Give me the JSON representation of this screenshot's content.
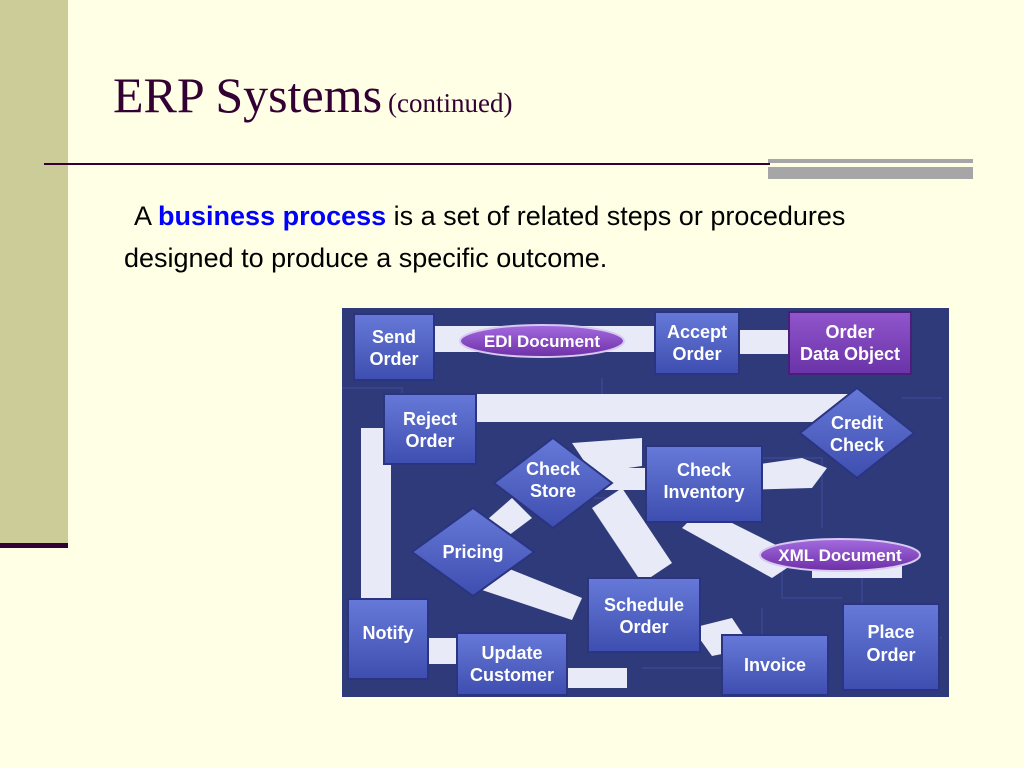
{
  "slide": {
    "title": "ERP Systems",
    "title_suffix": "(continued)",
    "text_before": "A",
    "highlight": "business process",
    "text_after": " is a set of related steps or procedures designed to produce a specific outcome."
  },
  "colors": {
    "background": "#FFFFE5",
    "left_bar": "#CCCC99",
    "title": "#330033",
    "highlight": "#0000FF",
    "diagram_background": "#2E3A7A",
    "node_blue": "#4A5CC4",
    "node_purple": "#7A3FB8",
    "connector": "#E8EBF7"
  },
  "diagram": {
    "send_order": [
      "Send",
      "Order"
    ],
    "edi_document": "EDI Document",
    "accept_order": [
      "Accept",
      "Order"
    ],
    "order_data_object": [
      "Order",
      "Data Object"
    ],
    "reject_order": [
      "Reject",
      "Order"
    ],
    "credit_check": [
      "Credit",
      "Check"
    ],
    "check_store": [
      "Check",
      "Store"
    ],
    "check_inventory": [
      "Check",
      "Inventory"
    ],
    "pricing": "Pricing",
    "xml_document": "XML Document",
    "schedule_order": [
      "Schedule",
      "Order"
    ],
    "notify": "Notify",
    "update_customer": [
      "Update",
      "Customer"
    ],
    "invoice": "Invoice",
    "place_order": [
      "Place",
      "Order"
    ]
  }
}
